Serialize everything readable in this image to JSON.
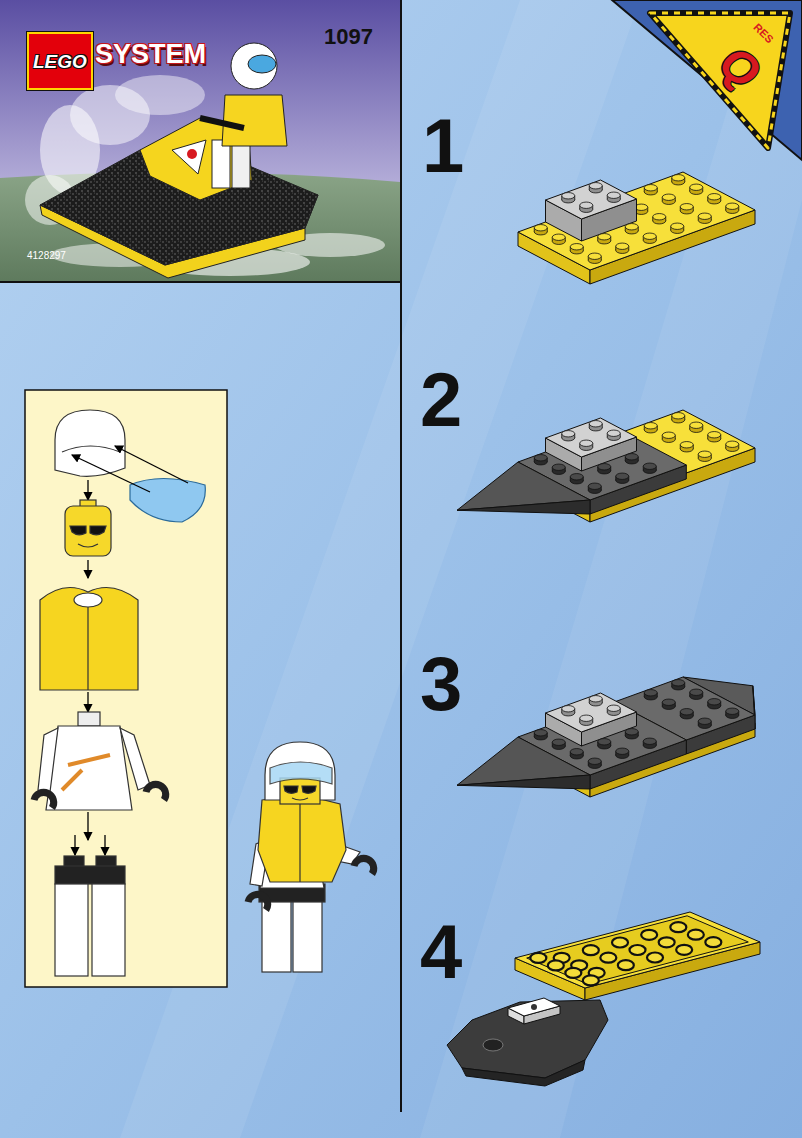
{
  "diagram": {
    "nodes": [
      {
        "text": [
          "LEGO"
        ]
      }
    ],
    "labels": [
      "SYSTEM",
      "1097",
      "4128297",
      "1",
      "2",
      "3",
      "4",
      "RES",
      "Q"
    ]
  }
}
